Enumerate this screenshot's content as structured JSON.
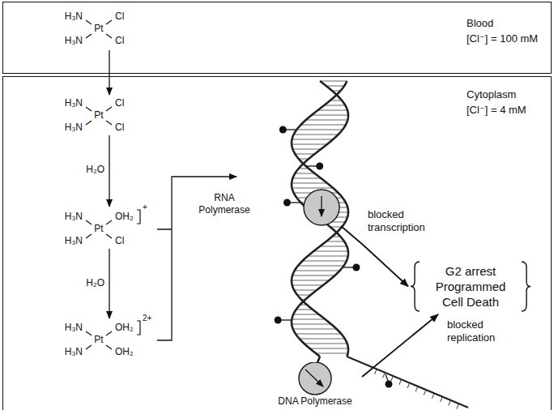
{
  "diagram": {
    "nodes": [
      {
        "text": [
          "Blood",
          "[Cl⁻] = 100 mM"
        ]
      },
      {
        "text": [
          "Cytoplasm",
          "[Cl⁻] = 4 mM"
        ]
      },
      {
        "text": [
          "RNA Polymerase"
        ],
        "in": 1
      },
      {
        "text": [
          "DNA Polymerase"
        ],
        "in": 1
      },
      {
        "text": [
          "G2 arrest Programmed Cell Death"
        ],
        "in": 1
      }
    ],
    "edges": [
      {
        "from": 2,
        "to": 4,
        "arrow": "to",
        "label": "blocked transcription"
      },
      {
        "from": 3,
        "to": 4,
        "arrow": "to",
        "label": "blocked replication"
      }
    ],
    "labels": [
      "H₃N",
      "Cl",
      "Pt",
      "H₃N",
      "Cl",
      "H₃N",
      "Cl",
      "Pt",
      "H₃N",
      "Cl",
      "H₂O",
      "H₃N",
      "OH₂",
      "+",
      "Pt",
      "H₃N",
      "Cl",
      "H₂O",
      "H₃N",
      "OH₂",
      "2+",
      "Pt",
      "H₃N",
      "OH₂"
    ]
  }
}
